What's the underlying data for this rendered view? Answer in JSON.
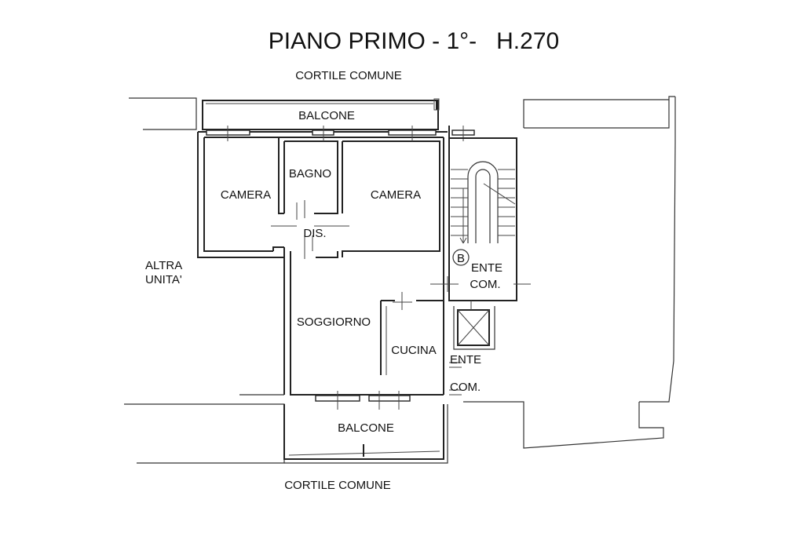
{
  "title": "PIANO PRIMO - 1°-   H.270",
  "labels": {
    "cortile_top": "CORTILE COMUNE",
    "cortile_bottom": "CORTILE COMUNE",
    "balcone_top": "BALCONE",
    "balcone_bottom": "BALCONE",
    "bagno": "BAGNO",
    "camera_left": "CAMERA",
    "camera_right": "CAMERA",
    "dis": "DIS.",
    "altra_1": "ALTRA",
    "altra_2": "UNITA'",
    "soggiorno": "SOGGIORNO",
    "cucina": "CUCINA",
    "stair_mark": "B",
    "ente_com_1a": "ENTE",
    "ente_com_1b": "COM.",
    "ente_com_2a": "ENTE",
    "ente_com_2b": "COM."
  }
}
